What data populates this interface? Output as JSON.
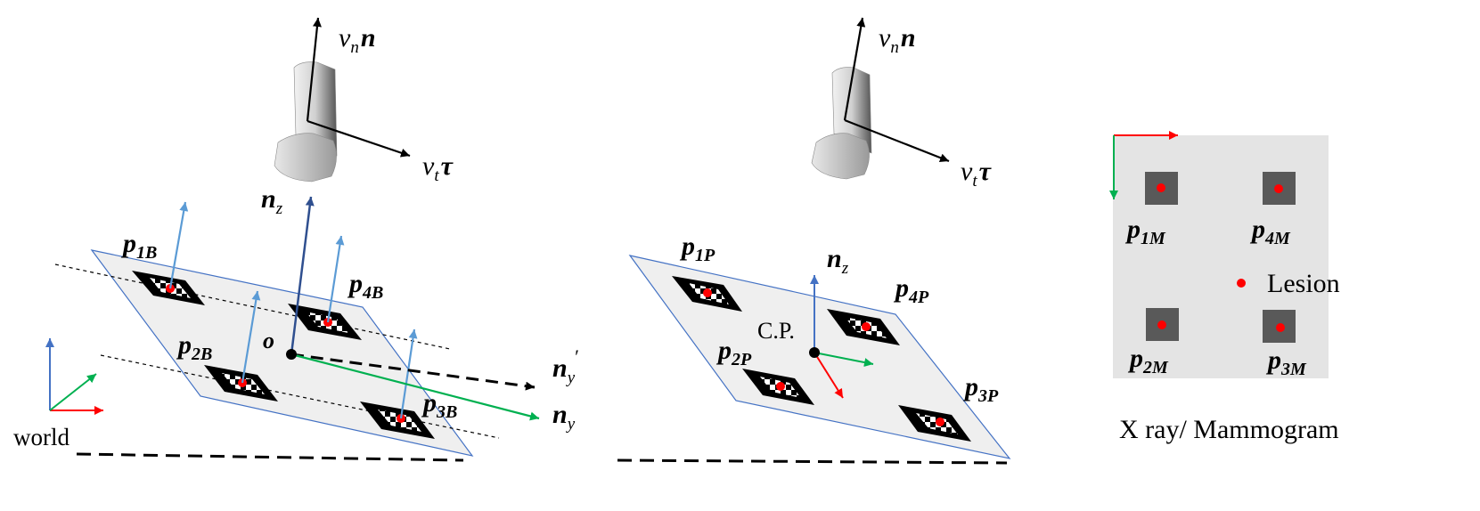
{
  "colors": {
    "plane_fill": "#efefef",
    "plane_stroke": "#4472c4",
    "marker_red": "#ff0000",
    "axis_blue": "#4472c4",
    "light_blue_arrow": "#5b9bd5",
    "dark_blue_arrow": "#2f4f8f",
    "green": "#00b050",
    "red": "#ff0000",
    "mammogram_bg": "#e4e4e4",
    "mammogram_marker": "#595959",
    "tool_gray": "#d8d8d8"
  },
  "left_panel": {
    "velocity_normal": {
      "pre": "v",
      "sub": "n",
      "vec": "n"
    },
    "velocity_tangent": {
      "pre": "v",
      "sub": "t",
      "vec": "τ"
    },
    "nz": {
      "main": "n",
      "sub": "z"
    },
    "origin": "o",
    "ny_prime": {
      "main": "n",
      "sub": "y",
      "sup": "′"
    },
    "ny": {
      "main": "n",
      "sub": "y"
    },
    "world": "world",
    "markers": [
      {
        "main": "p",
        "sub": "1B"
      },
      {
        "main": "p",
        "sub": "2B"
      },
      {
        "main": "p",
        "sub": "3B"
      },
      {
        "main": "p",
        "sub": "4B"
      }
    ]
  },
  "middle_panel": {
    "velocity_normal": {
      "pre": "v",
      "sub": "n",
      "vec": "n"
    },
    "velocity_tangent": {
      "pre": "v",
      "sub": "t",
      "vec": "τ"
    },
    "nz": {
      "main": "n",
      "sub": "z"
    },
    "cp": "C.P.",
    "markers": [
      {
        "main": "p",
        "sub": "1P"
      },
      {
        "main": "p",
        "sub": "2P"
      },
      {
        "main": "p",
        "sub": "3P"
      },
      {
        "main": "p",
        "sub": "4P"
      }
    ]
  },
  "right_panel": {
    "markers": [
      {
        "main": "p",
        "sub": "1M"
      },
      {
        "main": "p",
        "sub": "2M"
      },
      {
        "main": "p",
        "sub": "3M"
      },
      {
        "main": "p",
        "sub": "4M"
      }
    ],
    "lesion": "Lesion",
    "caption": "X ray/ Mammogram"
  }
}
